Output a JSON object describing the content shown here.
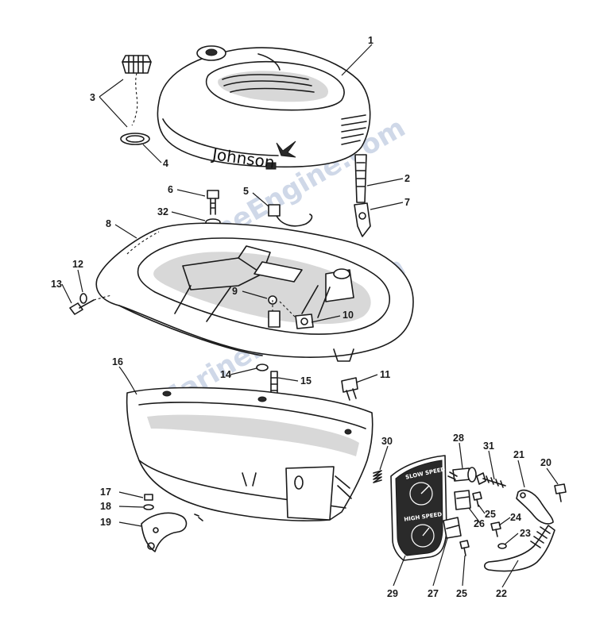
{
  "brand": {
    "cover_lettering": "Johnson"
  },
  "watermark": {
    "text": "MarineEngine.com"
  },
  "speed_plate": {
    "top_text": "SLOW SPEED",
    "bottom_text": "HIGH SPEED"
  },
  "callouts": [
    "1",
    "2",
    "3",
    "4",
    "5",
    "6",
    "7",
    "8",
    "9",
    "10",
    "11",
    "12",
    "13",
    "14",
    "15",
    "16",
    "17",
    "18",
    "19",
    "20",
    "21",
    "22",
    "23",
    "24",
    "25",
    "26",
    "27",
    "28",
    "29",
    "30",
    "31",
    "32",
    "25"
  ]
}
